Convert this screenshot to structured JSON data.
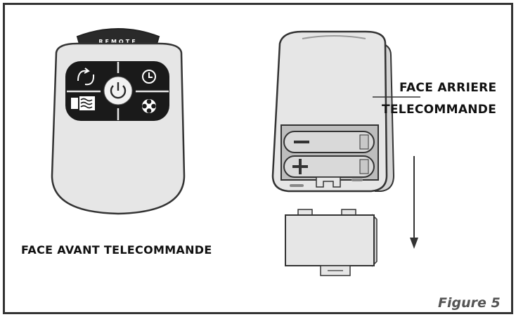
{
  "labels": {
    "back_line1": "FACE ARRIERE",
    "back_line2": "TELECOMMANDE",
    "front": "FACE AVANT TELECOMMANDE",
    "remote_brand": "REMOTE",
    "figure": "Figure 5"
  },
  "icons": {
    "top_left_button": "oscillation-icon",
    "top_right_button": "timer-icon",
    "center_button": "power-icon",
    "bottom_left_button": "wave-mode-icon",
    "bottom_right_button": "fan-speed-icon",
    "battery_top": "minus-terminal",
    "battery_bottom": "plus-terminal",
    "direction": "down-arrow"
  },
  "colors": {
    "button_panel": "#1a1a1a",
    "remote_body": "#e6e6e6",
    "outline": "#333333"
  }
}
